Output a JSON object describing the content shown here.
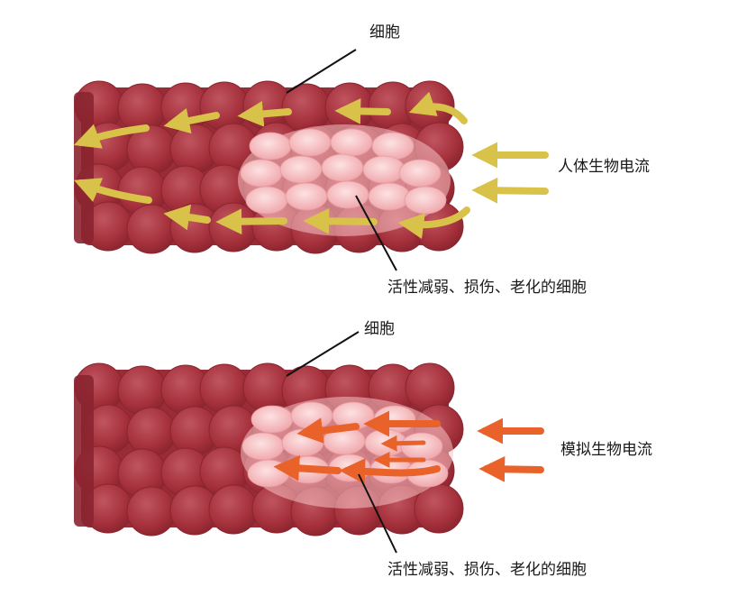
{
  "colors": {
    "cell_dark": "#a5313c",
    "cell_mid": "#b24450",
    "cell_shadow": "#7d2029",
    "damaged_cell": "#f3b3b6",
    "damaged_highlight": "#fbd6d7",
    "natural_current": "#d8c24a",
    "simulated_current": "#e9622a",
    "leader_line": "#111111",
    "text": "#1a1a1a"
  },
  "panel_top": {
    "cell_label": "细胞",
    "current_label": "人体生物电流",
    "damaged_label": "活性减弱、损伤、老化的细胞",
    "arrow_icon": "yellow-curved-arrow-icon"
  },
  "panel_bottom": {
    "cell_label": "细胞",
    "current_label": "模拟生物电流",
    "damaged_label": "活性减弱、损伤、老化的细胞",
    "arrow_icon": "orange-straight-arrow-icon"
  }
}
